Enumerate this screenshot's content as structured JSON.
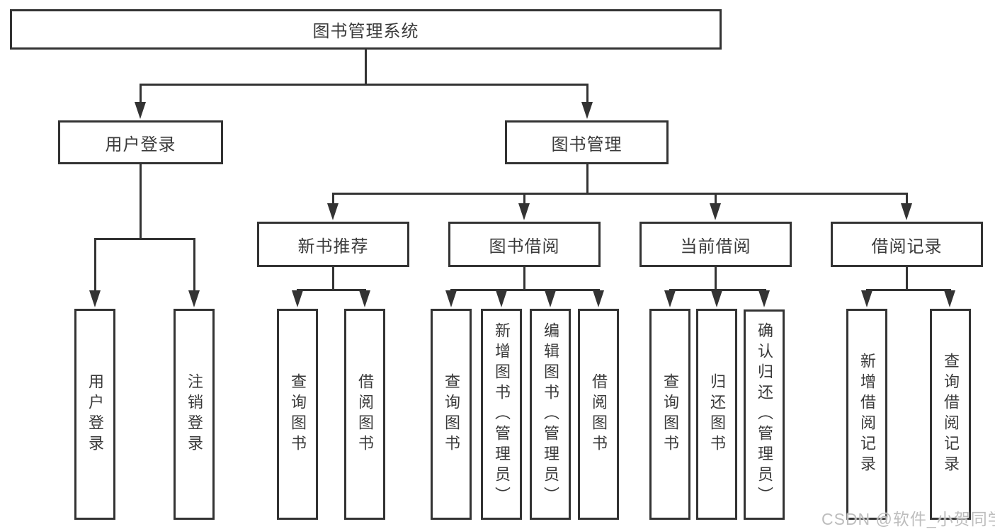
{
  "diagram": {
    "type": "tree",
    "colors": {
      "line": "#333333",
      "text": "#3a3a3a",
      "background": "#ffffff",
      "watermark": "#bdbdbd"
    },
    "nodes": {
      "root": "图书管理系统",
      "user_login": "用户登录",
      "book_mgmt": "图书管理",
      "new_book_rec": "新书推荐",
      "book_borrow": "图书借阅",
      "current_borrow": "当前借阅",
      "borrow_records": "借阅记录",
      "ul_login": "用户登录",
      "ul_logout": "注销登录",
      "nb_query": "查询图书",
      "nb_borrow": "借阅图书",
      "bb_query": "查询图书",
      "bb_add": "新增图书（管理员）",
      "bb_edit": "编辑图书（管理员）",
      "bb_borrow": "借阅图书",
      "cb_query": "查询图书",
      "cb_return": "归还图书",
      "cb_confirm": "确认归还（管理员）",
      "br_add": "新增借阅记录",
      "br_query": "查询借阅记录"
    },
    "structure": {
      "图书管理系统": {
        "用户登录": [
          "用户登录",
          "注销登录"
        ],
        "图书管理": {
          "新书推荐": [
            "查询图书",
            "借阅图书"
          ],
          "图书借阅": [
            "查询图书",
            "新增图书（管理员）",
            "编辑图书（管理员）",
            "借阅图书"
          ],
          "当前借阅": [
            "查询图书",
            "归还图书",
            "确认归还（管理员）"
          ],
          "借阅记录": [
            "新增借阅记录",
            "查询借阅记录"
          ]
        }
      }
    }
  },
  "watermark": {
    "text": "CSDN @软件_小贺同学"
  }
}
